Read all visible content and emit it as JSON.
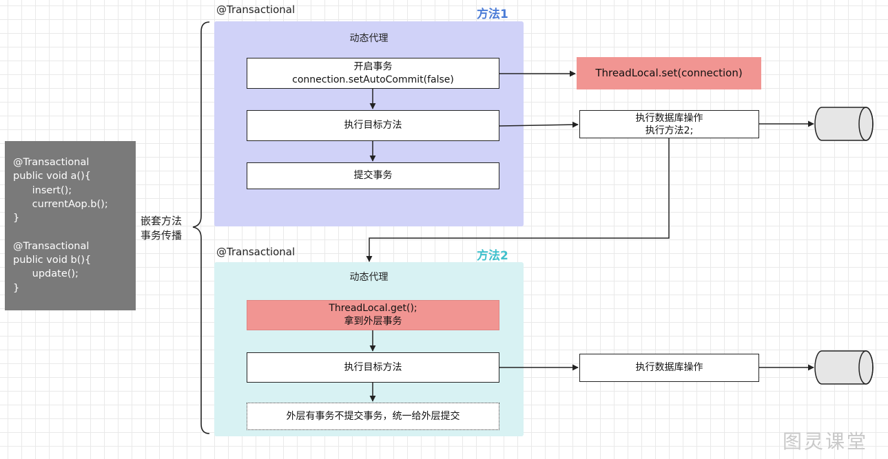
{
  "annotations": {
    "transactional_1": "@Transactional",
    "transactional_2": "@Transactional",
    "method_1": "方法1",
    "method_2": "方法2",
    "nested_line_1": "嵌套方法",
    "nested_line_2": "事务传播"
  },
  "colors": {
    "method_1": "#4a7bd6",
    "method_2": "#3fc0cc",
    "region_1_bg": "#d0d2f8",
    "region_2_bg": "#d8f2f3",
    "highlight": "#f19592",
    "code_panel_bg": "#7a7a7a"
  },
  "method1": {
    "proxy_title": "动态代理",
    "start_tx_line1": "开启事务",
    "start_tx_line2": "connection.setAutoCommit(false)",
    "execute_target": "执行目标方法",
    "commit_tx": "提交事务",
    "threadlocal_set": "ThreadLocal.set(connection)",
    "db_op_line1": "执行数据库操作",
    "db_op_line2": "执行方法2;"
  },
  "method2": {
    "proxy_title": "动态代理",
    "threadlocal_get_line1": "ThreadLocal.get();",
    "threadlocal_get_line2": "拿到外层事务",
    "execute_target": "执行目标方法",
    "no_commit": "外层有事务不提交事务，统一给外层提交",
    "db_op": "执行数据库操作"
  },
  "code_panel": {
    "lines_a": [
      "@Transactional",
      "public void a(){",
      "      insert();",
      "      currentAop.b();",
      "}"
    ],
    "lines_b": [
      "@Transactional",
      "public void b(){",
      "      update();",
      "}"
    ]
  },
  "icons": {
    "database_1": "database-icon",
    "database_2": "database-icon",
    "brace": "left-curly-brace"
  },
  "watermark": "图灵课堂"
}
